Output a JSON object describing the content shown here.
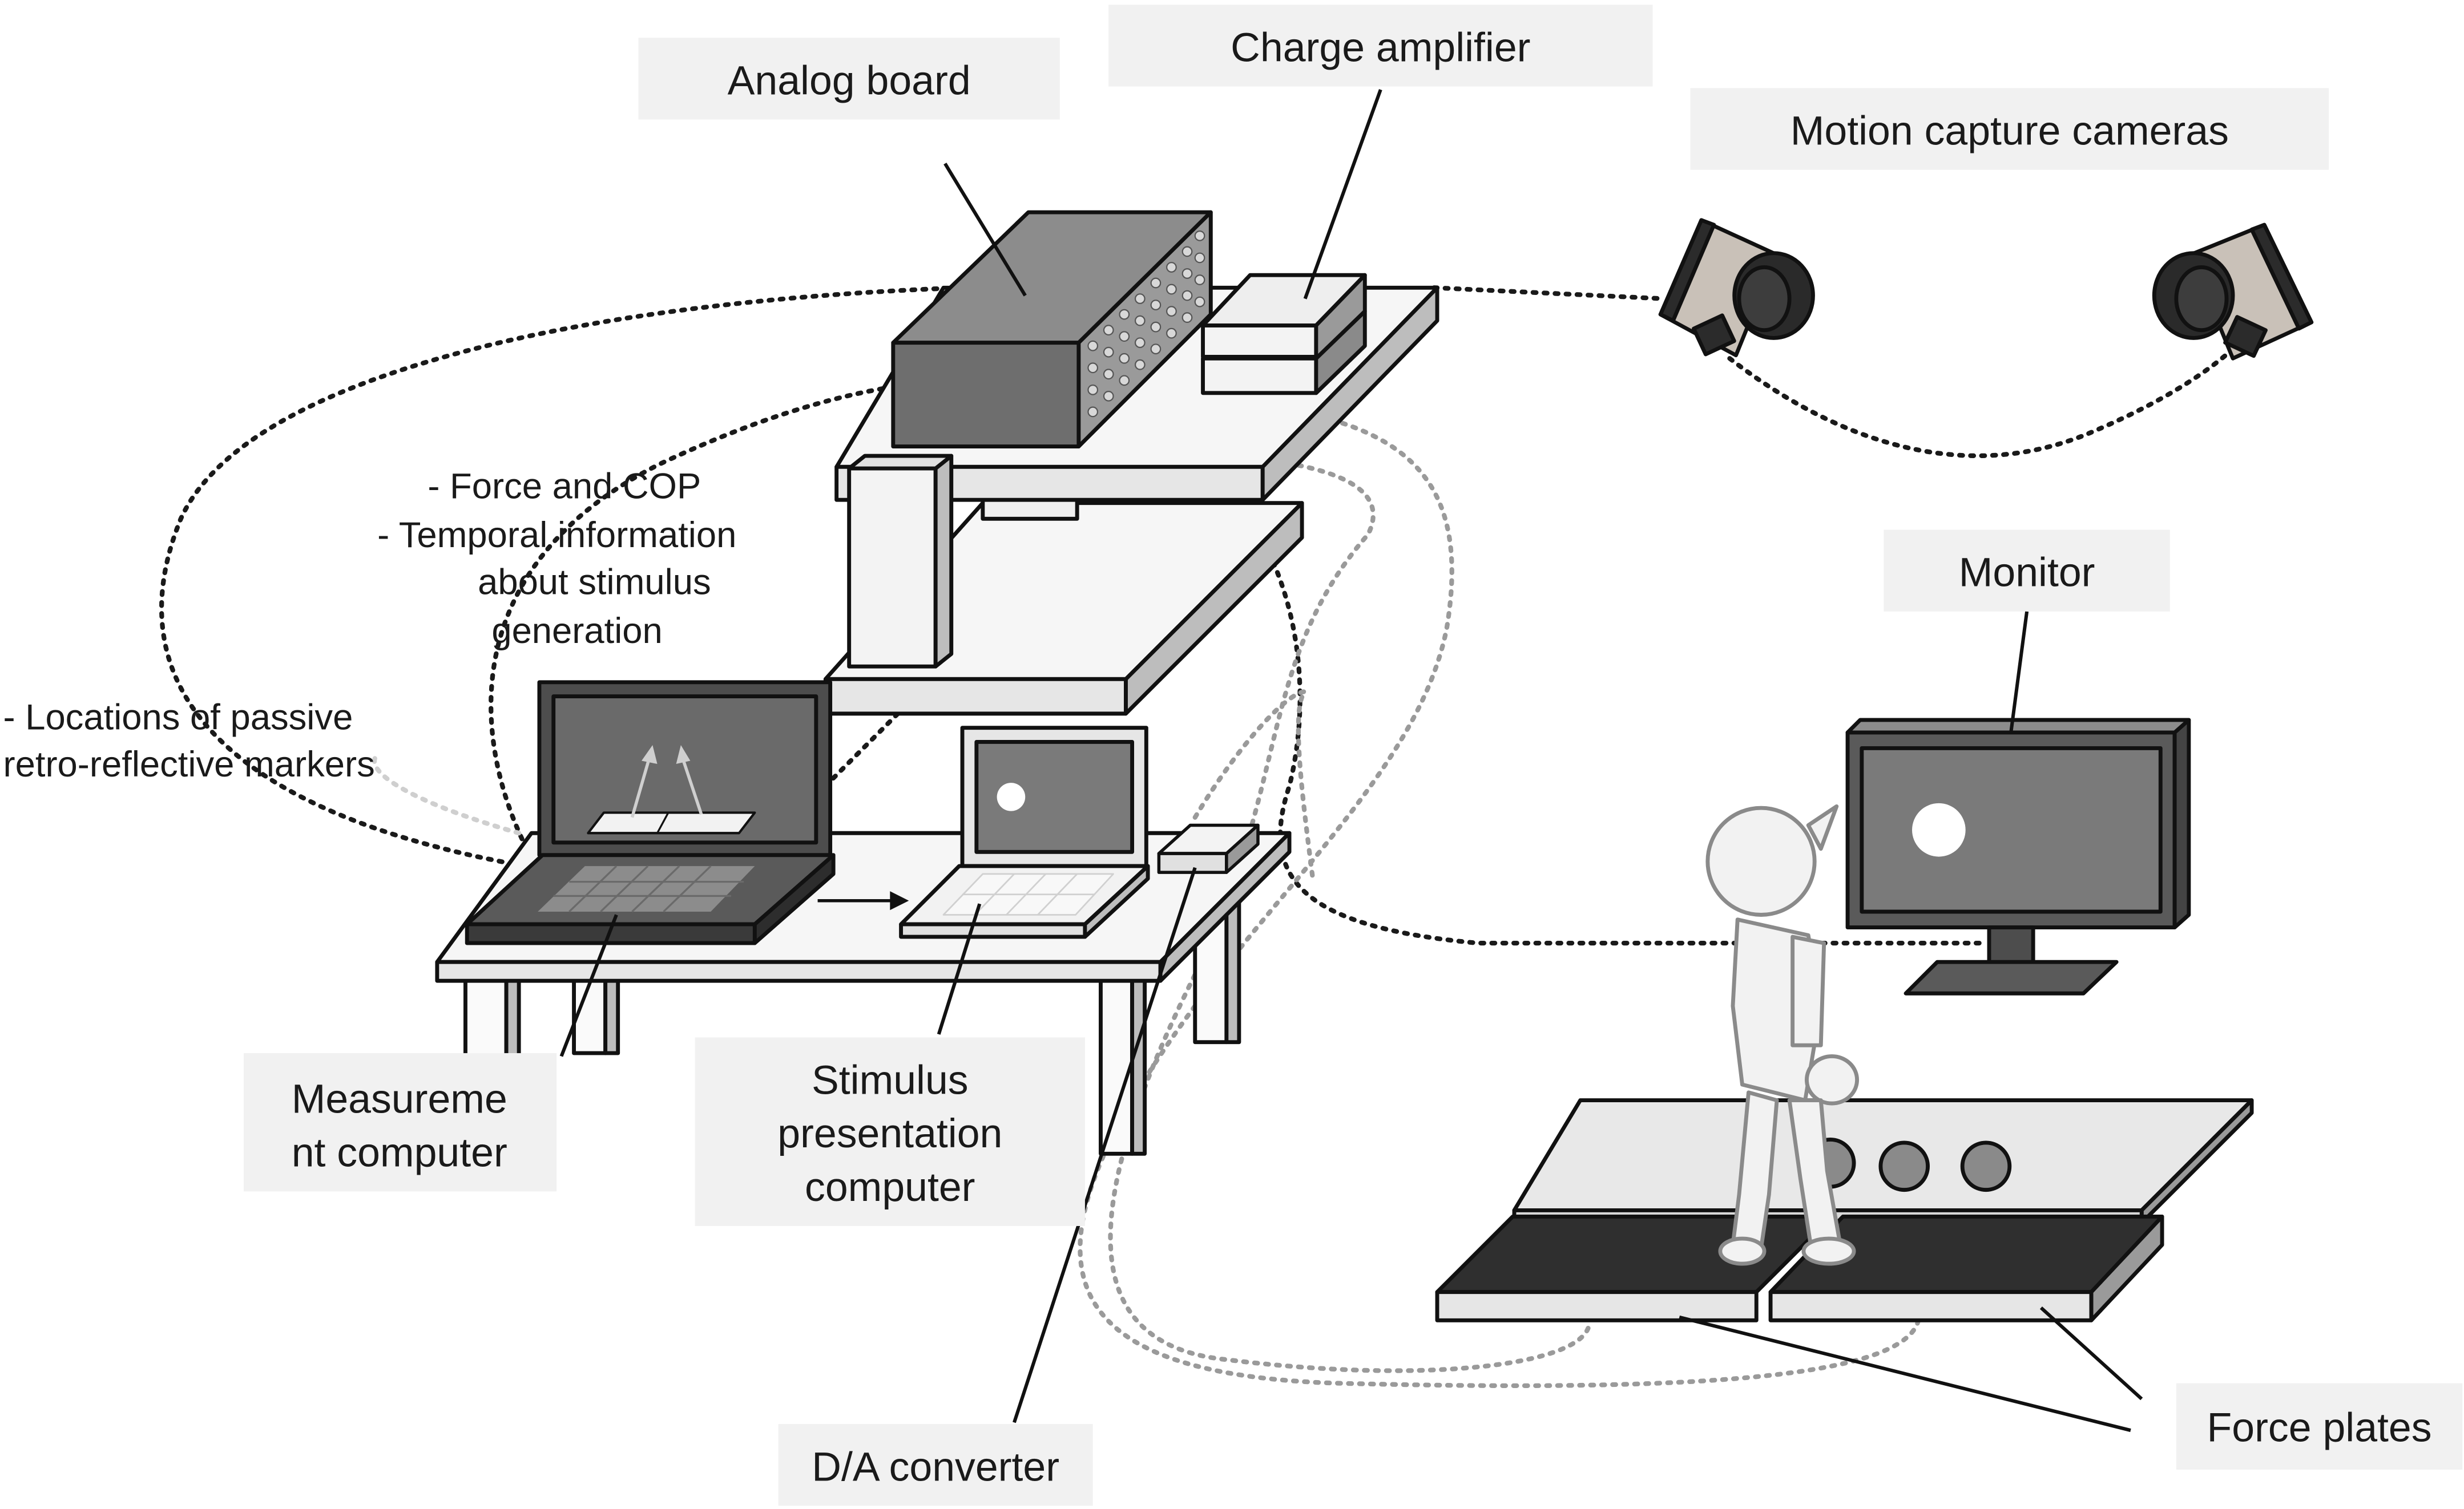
{
  "labels": {
    "analog_board": "Analog board",
    "charge_amplifier": "Charge amplifier",
    "motion_capture_cameras": "Motion capture cameras",
    "monitor": "Monitor",
    "measurement_computer": [
      "Measureme",
      "nt computer"
    ],
    "stimulus_presentation_computer": [
      "Stimulus",
      "presentation",
      "computer"
    ],
    "da_converter": "D/A converter",
    "force_plates": "Force plates"
  },
  "annotations": {
    "force_info": [
      "- Force and COP",
      "- Temporal information",
      "about stimulus",
      "generation"
    ],
    "marker_info": [
      "- Locations of passive",
      "retro-reflective markers"
    ]
  }
}
